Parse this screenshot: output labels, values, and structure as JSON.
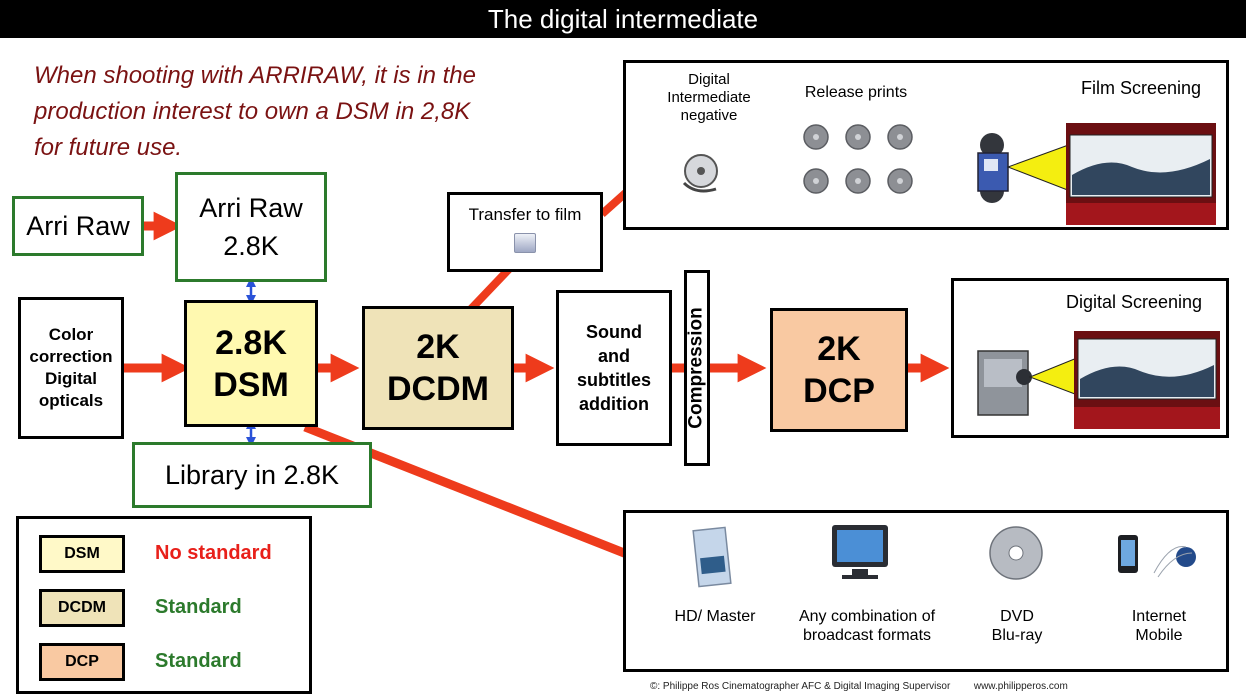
{
  "title": "The digital intermediate",
  "intro": [
    "When shooting with ARRIRAW, it is in the",
    "production interest to own a DSM in 2,8K",
    "for future use."
  ],
  "boxes": {
    "arri_raw": "Arri Raw",
    "arri_raw_28k_line1": "Arri Raw",
    "arri_raw_28k_line2": "2.8K",
    "color_correction": [
      "Color",
      "correction",
      "Digital",
      "opticals"
    ],
    "dsm": [
      "2.8K",
      "DSM"
    ],
    "dcdm": [
      "2K",
      "DCDM"
    ],
    "transfer": "Transfer to film",
    "sound": [
      "Sound",
      "and",
      "subtitles",
      "addition"
    ],
    "compression": "Compression",
    "dcp": [
      "2K",
      "DCP"
    ],
    "library": "Library in 2.8K"
  },
  "film_panel": {
    "di_negative": [
      "Digital",
      "Intermediate",
      "negative"
    ],
    "release_prints": "Release prints",
    "film_screening": "Film Screening"
  },
  "digital_panel": {
    "digital_screening": "Digital Screening"
  },
  "outputs_panel": {
    "hd_master": "HD/ Master",
    "broadcast": [
      "Any combination of",
      "broadcast formats"
    ],
    "dvd": [
      "DVD",
      "Blu-ray"
    ],
    "internet": [
      "Internet",
      "Mobile"
    ]
  },
  "legend": [
    {
      "key": "DSM",
      "status": "No standard",
      "swatch": "#fff9c8",
      "status_color": "#e8201a"
    },
    {
      "key": "DCDM",
      "status": "Standard",
      "swatch": "#efe3b8",
      "status_color": "#2c7a2c"
    },
    {
      "key": "DCP",
      "status": "Standard",
      "swatch": "#f9c9a2",
      "status_color": "#2c7a2c"
    }
  ],
  "colors": {
    "arrow": "#ee3b1c",
    "dsm_fill": "#fff9b0",
    "dcdm_fill": "#efe3b8",
    "dcp_fill": "#f9c9a2",
    "green_border": "#2c7a2c",
    "link_blue": "#2a52d8",
    "beam": "#f4ee10"
  },
  "footer": {
    "copyright": "©: Philippe Ros Cinematographer AFC & Digital Imaging Supervisor",
    "website": "www.philipperos.com"
  }
}
